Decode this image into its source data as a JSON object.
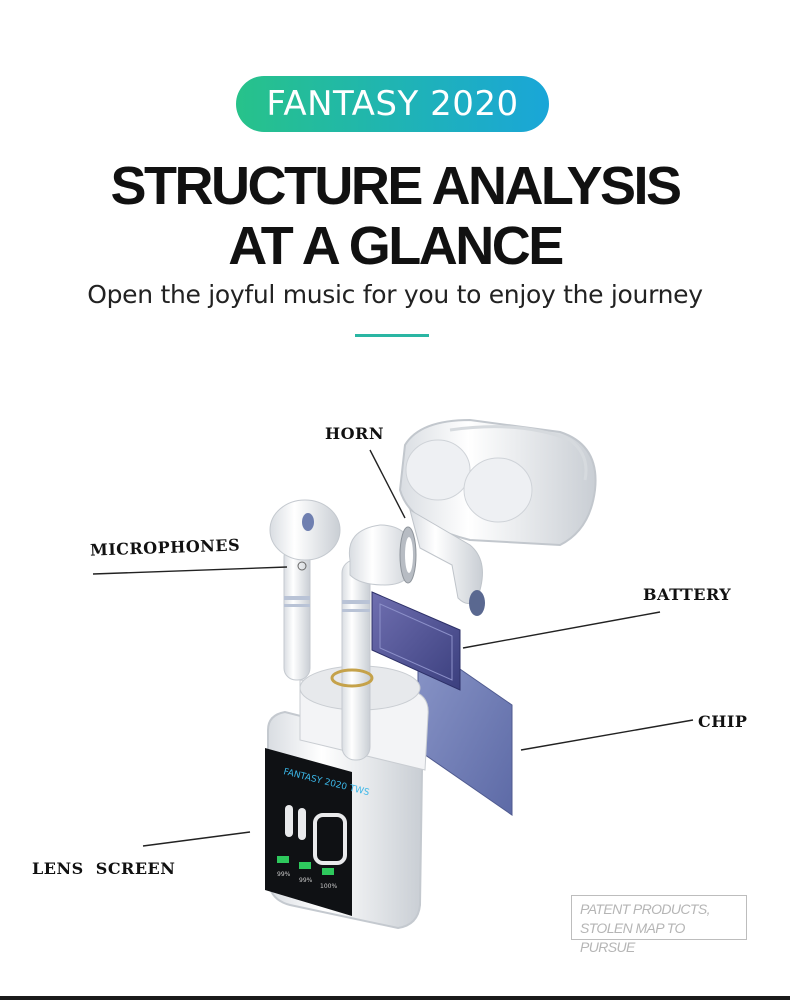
{
  "badge": {
    "text": "FANTASY 2020"
  },
  "headline": {
    "line1": "STRUCTURE ANALYSIS",
    "line2": "AT A GLANCE"
  },
  "subtitle": "Open the joyful music for you to enjoy the journey",
  "labels": {
    "horn": "HORN",
    "microphones": "MICROPHONES",
    "battery": "BATTERY",
    "chip": "CHIP",
    "lens_screen": "LENS  SCREEN"
  },
  "screen": {
    "brand": "FANTASY 2020 TWS",
    "battery_left": "99%",
    "battery_mid": "99%",
    "battery_right": "100%"
  },
  "watermark": {
    "line1": "PATENT PRODUCTS,",
    "line2": "STOLEN MAP TO PURSUE"
  },
  "colors": {
    "badge_start": "#27c28a",
    "badge_end": "#1aa6d8",
    "accent_rule": "#2ab6a3"
  }
}
